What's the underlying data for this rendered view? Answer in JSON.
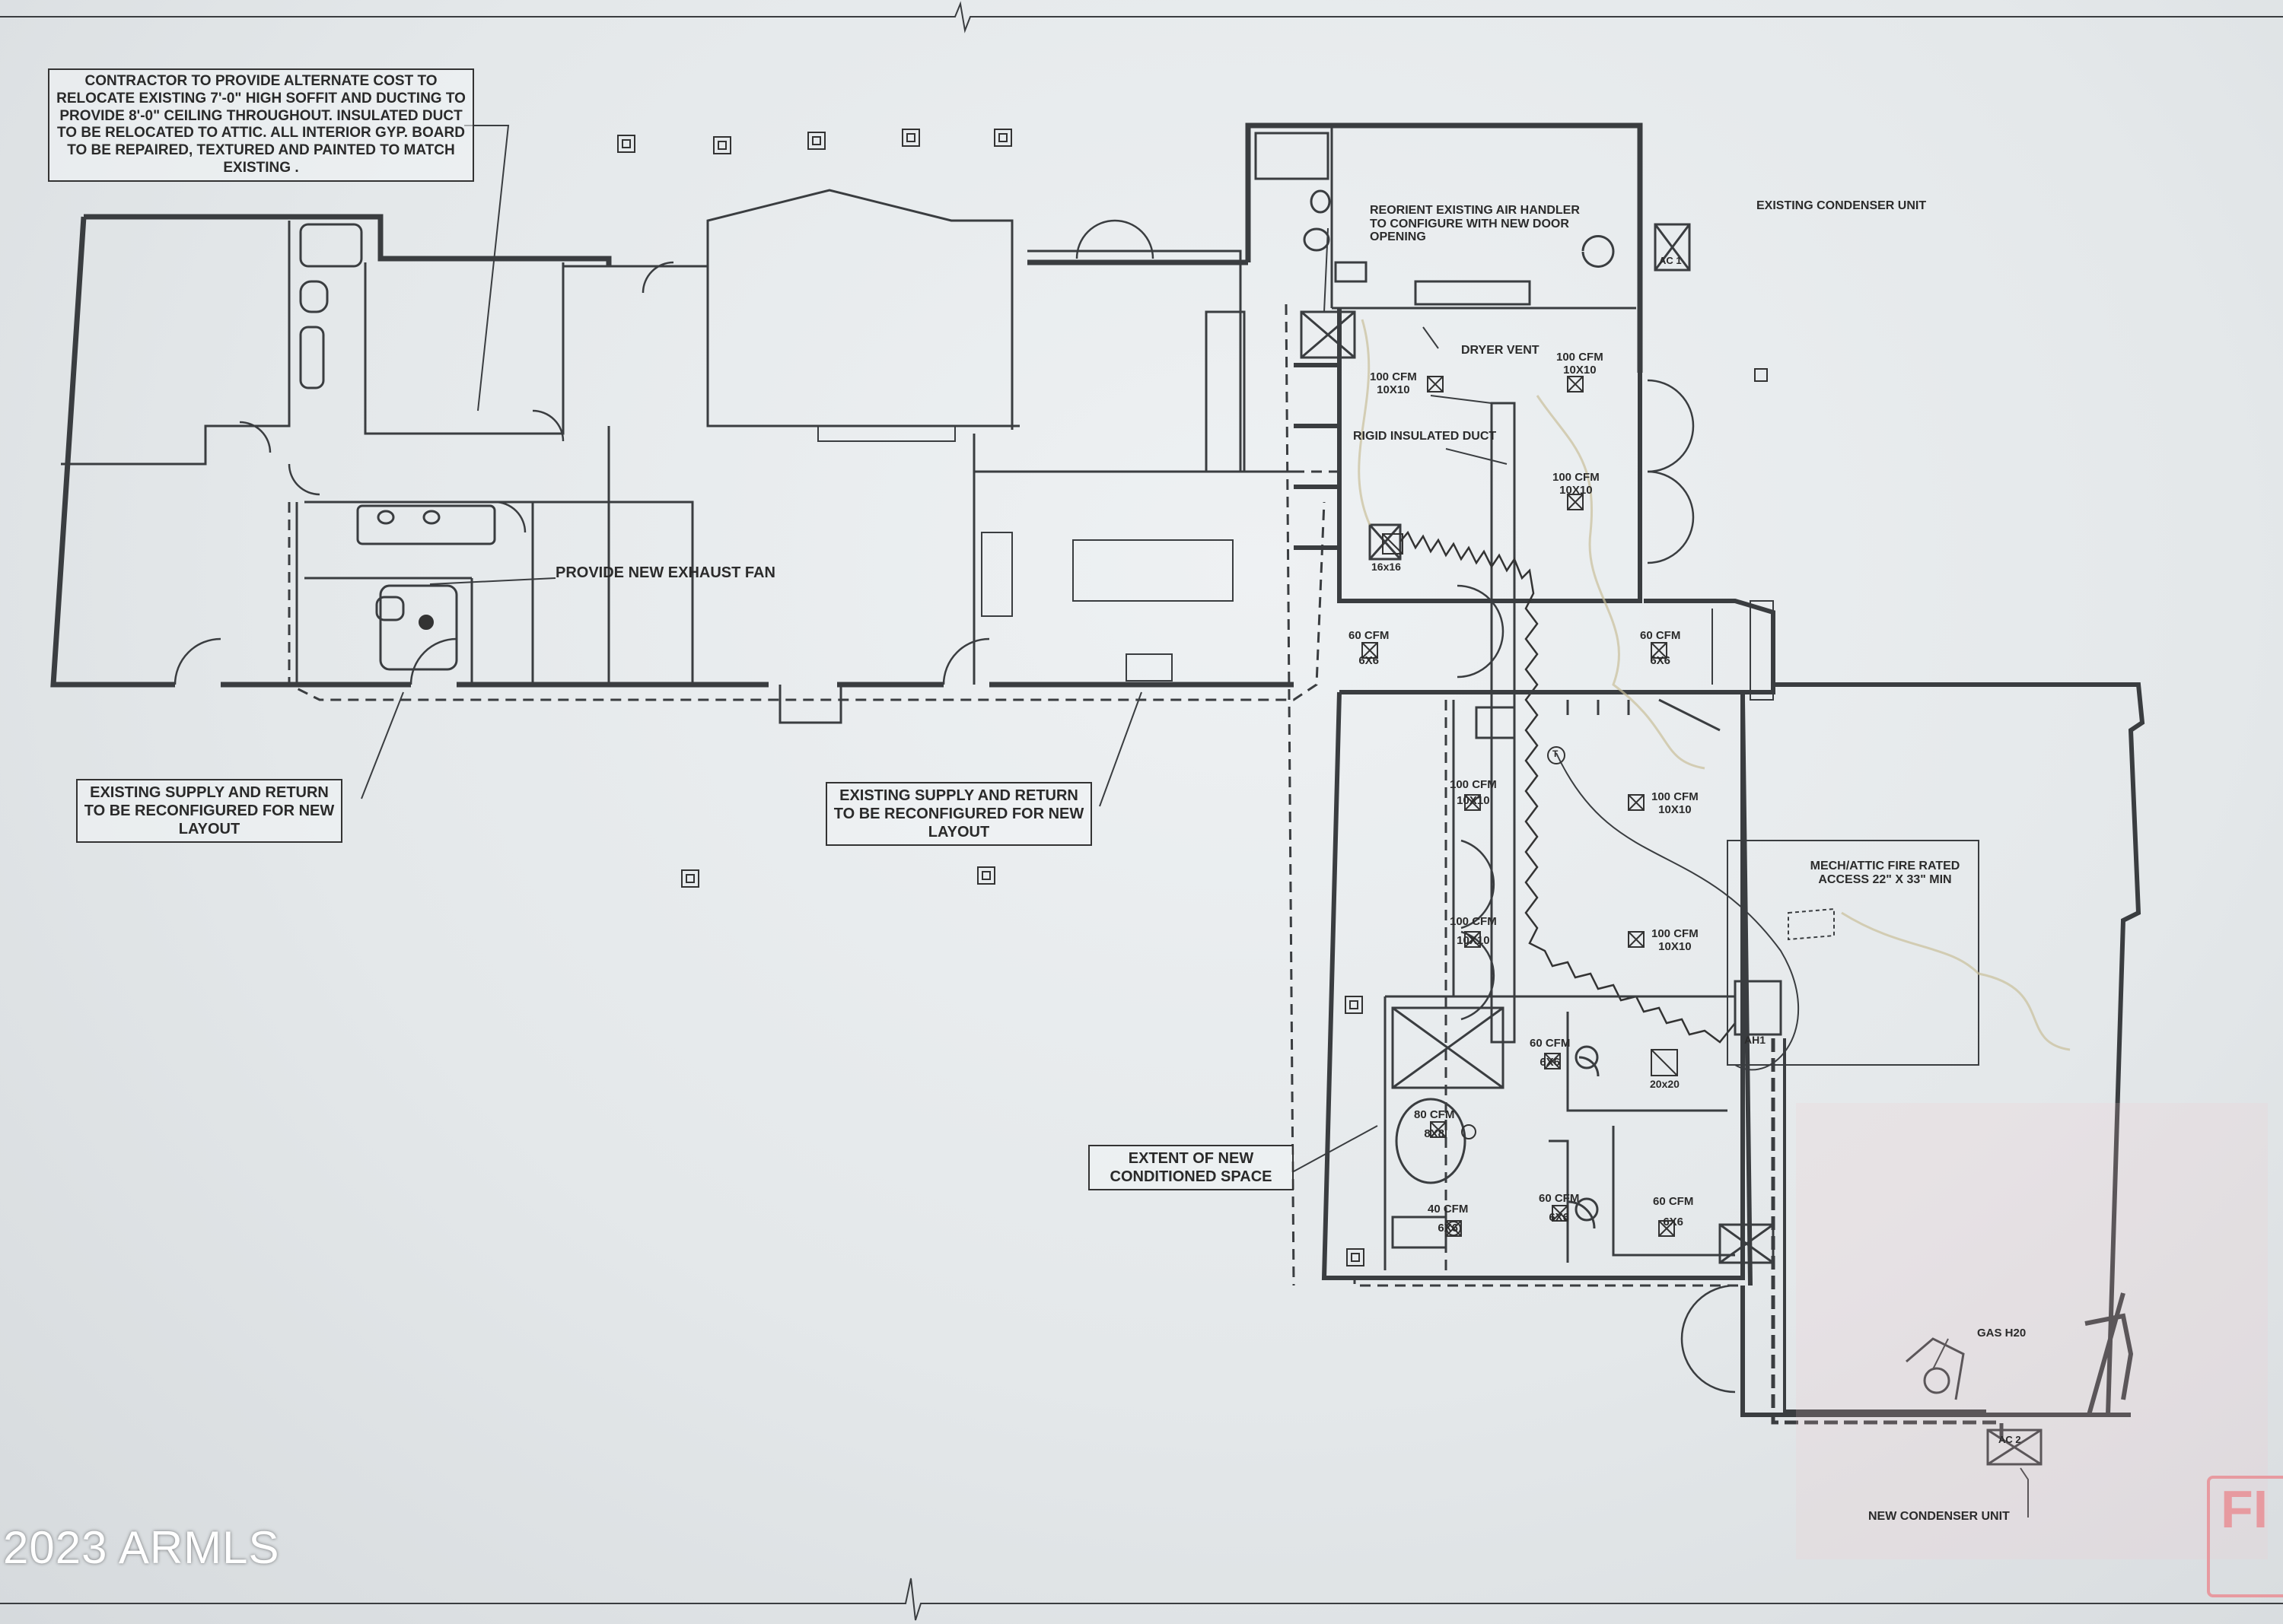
{
  "notes": {
    "ceiling_note": "CONTRACTOR TO PROVIDE ALTERNATE COST TO RELOCATE EXISTING 7'-0\" HIGH SOFFIT AND DUCTING TO PROVIDE 8'-0\" CEILING THROUGHOUT. INSULATED DUCT TO BE RELOCATED TO ATTIC. ALL INTERIOR GYP. BOARD TO BE REPAIRED, TEXTURED AND PAINTED TO MATCH EXISTING .",
    "exhaust_fan": "PROVIDE NEW EXHAUST FAN",
    "supply_return_1": "EXISTING SUPPLY AND RETURN TO BE RECONFIGURED FOR NEW LAYOUT",
    "supply_return_2": "EXISTING SUPPLY AND RETURN TO BE RECONFIGURED FOR NEW LAYOUT",
    "air_handler": "REORIENT EXISTING AIR HANDLER TO CONFIGURE WITH NEW DOOR OPENING",
    "existing_condenser": "EXISTING CONDENSER UNIT",
    "dryer_vent": "DRYER VENT",
    "rigid_duct": "RIGID INSULATED DUCT",
    "mech_attic": "MECH/ATTIC FIRE RATED ACCESS 22\" X 33\" MIN",
    "extent": "EXTENT OF NEW CONDITIONED SPACE",
    "gas_h2o": "GAS H20",
    "new_condenser": "NEW CONDENSER UNIT"
  },
  "equipment": {
    "ac1": "AC 1",
    "ac2": "AC 2",
    "ah1": "AH1",
    "size_16": "16x16",
    "size_20": "20x20",
    "thermostat": "T"
  },
  "registers": [
    {
      "cfm": "100 CFM",
      "size": "10X10"
    },
    {
      "cfm": "100 CFM",
      "size": "10X10"
    },
    {
      "cfm": "100 CFM",
      "size": "10X10"
    },
    {
      "cfm": "60 CFM",
      "size": "6X6"
    },
    {
      "cfm": "60 CFM",
      "size": "6X6"
    },
    {
      "cfm": "100 CFM",
      "size": "10X10"
    },
    {
      "cfm": "100 CFM",
      "size": "10X10"
    },
    {
      "cfm": "100 CFM",
      "size": "10X10"
    },
    {
      "cfm": "100 CFM",
      "size": "10X10"
    },
    {
      "cfm": "60 CFM",
      "size": "6X6"
    },
    {
      "cfm": "80 CFM",
      "size": "8X8"
    },
    {
      "cfm": "40 CFM",
      "size": "6X6"
    },
    {
      "cfm": "60 CFM",
      "size": "6X6"
    },
    {
      "cfm": "60 CFM",
      "size": "6X6"
    }
  ],
  "watermark": "2023 ARMLS",
  "stamp": "FI"
}
